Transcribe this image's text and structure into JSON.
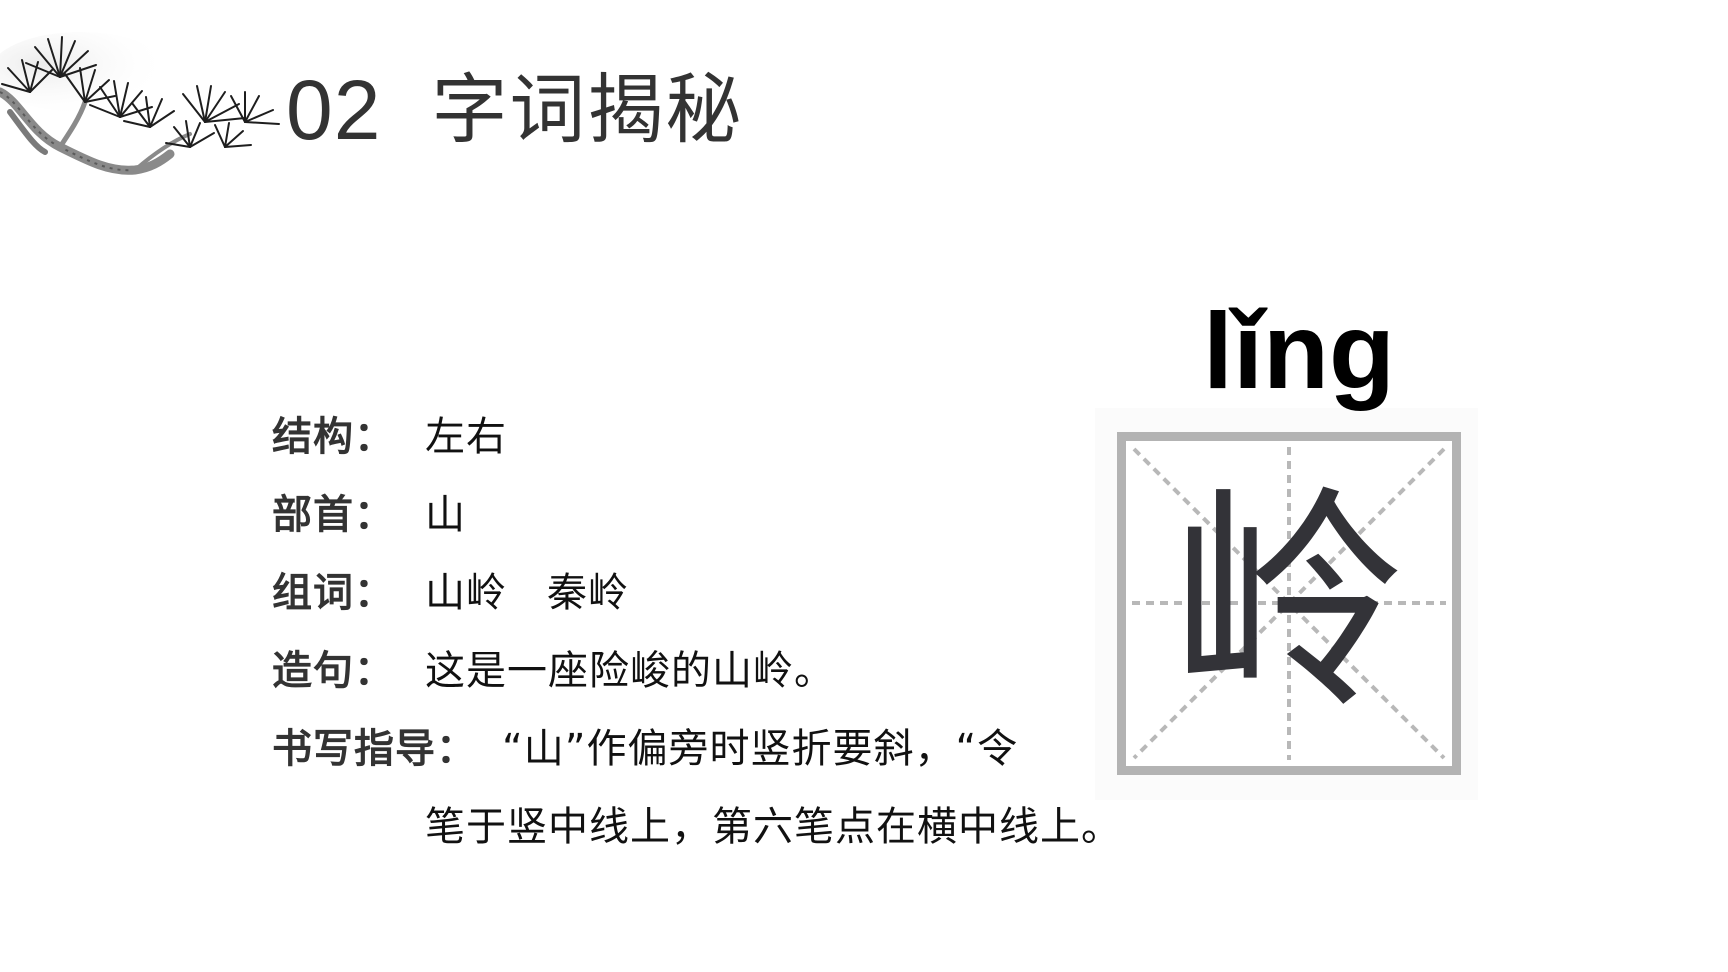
{
  "header": {
    "section_number": "02",
    "section_title": "字词揭秘",
    "decoration": "pine-branch-ink-painting"
  },
  "info": {
    "rows": [
      {
        "label": "结构：",
        "value": "左右"
      },
      {
        "label": "部首：",
        "value": "山"
      },
      {
        "label": "组词：",
        "words": [
          "山岭",
          "秦岭"
        ]
      },
      {
        "label": "造句：",
        "value": "这是一座险峻的山岭。"
      },
      {
        "label": "书写指导：",
        "value": "“山”作偏旁时竖折要斜，“令"
      }
    ],
    "continuation": "笔于竖中线上，第六笔点在横中线上。"
  },
  "character_card": {
    "pinyin": "lǐng",
    "character": "岭",
    "grid": "mi-zi-ge",
    "border_color": "#b3b3b3",
    "guide_color": "#b8b8b8",
    "char_color": "#333338"
  }
}
